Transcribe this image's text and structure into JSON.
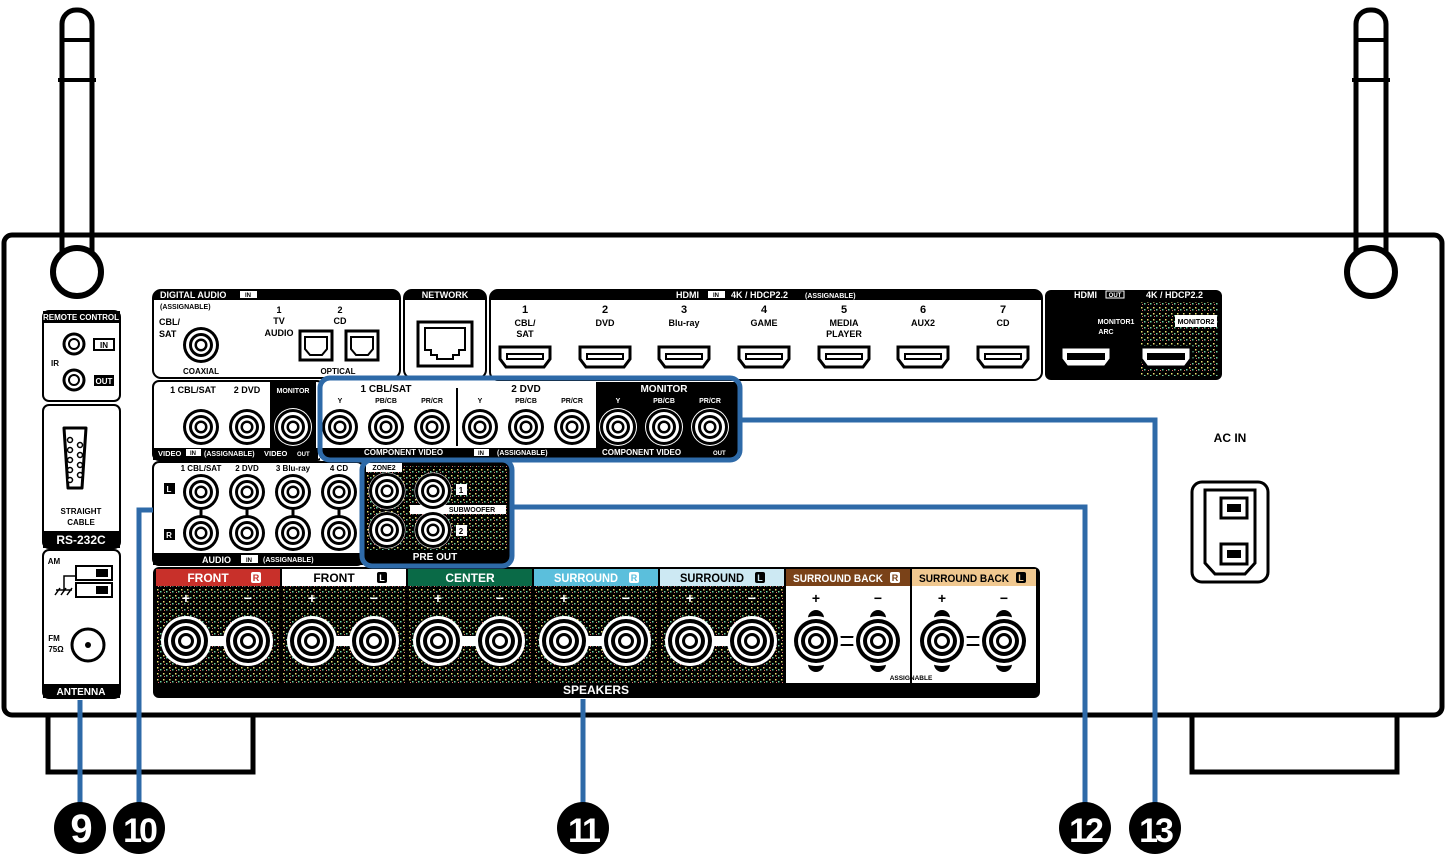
{
  "colors": {
    "callout": "#2e6aa8",
    "front_r": "#c8302a",
    "front_l": "#ffffff",
    "center": "#0a6a47",
    "surround_r": "#5bbfdc",
    "surround_l": "#cde9f3",
    "surround_back_r": "#7a4218",
    "surround_back_l": "#f0c890"
  },
  "remote_control": {
    "title": "REMOTE CONTROL",
    "ir": "IR",
    "in": "IN",
    "out": "OUT"
  },
  "rs232c": {
    "title": "RS-232C",
    "note_line1": "STRAIGHT",
    "note_line2": "CABLE"
  },
  "antenna": {
    "title": "ANTENNA",
    "am": "AM",
    "fm": "FM",
    "fm_impedance": "75Ω"
  },
  "digital_audio": {
    "title": "DIGITAL AUDIO",
    "in_badge": "IN",
    "subtitle": "(ASSIGNABLE)",
    "coax_label_1": "CBL/",
    "coax_label_2": "SAT",
    "coaxial": "COAXIAL",
    "optical": "OPTICAL",
    "opt1_num": "1",
    "opt1_l1": "TV",
    "opt1_l2": "AUDIO",
    "opt2_num": "2",
    "opt2_l1": "CD"
  },
  "network": {
    "title": "NETWORK"
  },
  "hdmi_in": {
    "title": "HDMI",
    "badge": "IN",
    "spec": "4K / HDCP2.2",
    "note": "(ASSIGNABLE)",
    "ports": [
      {
        "num": "1",
        "l1": "CBL/",
        "l2": "SAT"
      },
      {
        "num": "2",
        "l1": "DVD",
        "l2": ""
      },
      {
        "num": "3",
        "l1": "Blu-ray",
        "l2": ""
      },
      {
        "num": "4",
        "l1": "GAME",
        "l2": ""
      },
      {
        "num": "5",
        "l1": "MEDIA",
        "l2": "PLAYER"
      },
      {
        "num": "6",
        "l1": "AUX2",
        "l2": ""
      },
      {
        "num": "7",
        "l1": "CD",
        "l2": ""
      }
    ]
  },
  "hdmi_out": {
    "title": "HDMI",
    "badge": "OUT",
    "spec": "4K / HDCP2.2",
    "monitor1_l1": "MONITOR1",
    "monitor1_l2": "ARC",
    "monitor2": "MONITOR2"
  },
  "video": {
    "inputs": [
      "1 CBL/SAT",
      "2 DVD"
    ],
    "monitor": "MONITOR",
    "in_label": "VIDEO",
    "in_badge": "IN",
    "in_note": "(ASSIGNABLE)",
    "out_label": "VIDEO",
    "out_badge": "OUT"
  },
  "component_video": {
    "groups": [
      "1 CBL/SAT",
      "2 DVD",
      "MONITOR"
    ],
    "channels": [
      "Y",
      "PB/CB",
      "PR/CR"
    ],
    "in_label": "COMPONENT VIDEO",
    "in_badge": "IN",
    "in_note": "(ASSIGNABLE)",
    "out_label": "COMPONENT VIDEO",
    "out_badge": "OUT"
  },
  "audio_in": {
    "inputs": [
      "1 CBL/SAT",
      "2 DVD",
      "3 Blu-ray",
      "4 CD"
    ],
    "left": "L",
    "right": "R",
    "label": "AUDIO",
    "badge": "IN",
    "note": "(ASSIGNABLE)"
  },
  "pre_out": {
    "zone2": "ZONE2",
    "sub1": "1",
    "sub2": "2",
    "subwoofer": "SUBWOOFER",
    "label": "PRE OUT"
  },
  "speakers": {
    "label": "SPEAKERS",
    "assignable": "ASSIGNABLE",
    "plus": "+",
    "minus": "−",
    "channels": [
      {
        "name": "FRONT",
        "side": "R"
      },
      {
        "name": "FRONT",
        "side": "L"
      },
      {
        "name": "CENTER",
        "side": ""
      },
      {
        "name": "SURROUND",
        "side": "R"
      },
      {
        "name": "SURROUND",
        "side": "L"
      },
      {
        "name": "SURROUND BACK",
        "side": "R"
      },
      {
        "name": "SURROUND BACK",
        "side": "L"
      }
    ]
  },
  "ac_in": {
    "label": "AC IN"
  },
  "callouts": [
    "9",
    "10",
    "11",
    "12",
    "13"
  ]
}
